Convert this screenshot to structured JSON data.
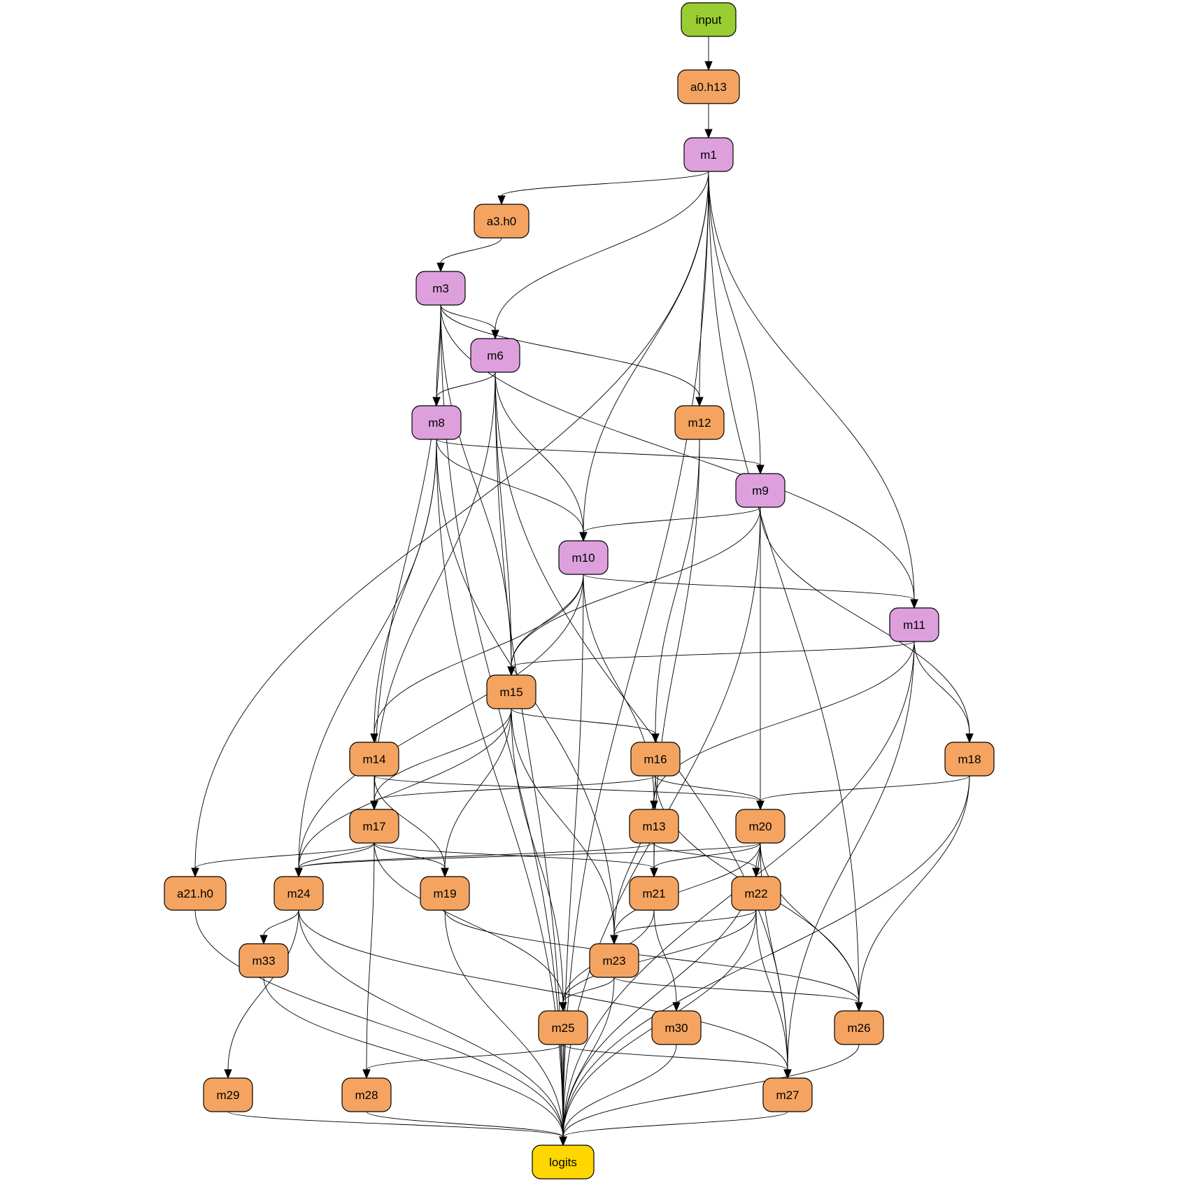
{
  "colors": {
    "input": "#9acd32",
    "attention": "#f4a460",
    "mlp_orange": "#f4a460",
    "mlp_purple": "#dda0dd",
    "logits": "#ffd700",
    "edge": "#000000"
  },
  "nodes": [
    {
      "id": "input",
      "label": "input",
      "kind": "input"
    },
    {
      "id": "a0.h13",
      "label": "a0.h13",
      "kind": "attention"
    },
    {
      "id": "m1",
      "label": "m1",
      "kind": "mlp_purple"
    },
    {
      "id": "a3.h0",
      "label": "a3.h0",
      "kind": "attention"
    },
    {
      "id": "m3",
      "label": "m3",
      "kind": "mlp_purple"
    },
    {
      "id": "m6",
      "label": "m6",
      "kind": "mlp_purple"
    },
    {
      "id": "m8",
      "label": "m8",
      "kind": "mlp_purple"
    },
    {
      "id": "m12",
      "label": "m12",
      "kind": "mlp_orange"
    },
    {
      "id": "m9",
      "label": "m9",
      "kind": "mlp_purple"
    },
    {
      "id": "m10",
      "label": "m10",
      "kind": "mlp_purple"
    },
    {
      "id": "m11",
      "label": "m11",
      "kind": "mlp_purple"
    },
    {
      "id": "m15",
      "label": "m15",
      "kind": "mlp_orange"
    },
    {
      "id": "m14",
      "label": "m14",
      "kind": "mlp_orange"
    },
    {
      "id": "m16",
      "label": "m16",
      "kind": "mlp_orange"
    },
    {
      "id": "m18",
      "label": "m18",
      "kind": "mlp_orange"
    },
    {
      "id": "m17",
      "label": "m17",
      "kind": "mlp_orange"
    },
    {
      "id": "m13",
      "label": "m13",
      "kind": "mlp_orange"
    },
    {
      "id": "m20",
      "label": "m20",
      "kind": "mlp_orange"
    },
    {
      "id": "a21.h0",
      "label": "a21.h0",
      "kind": "attention"
    },
    {
      "id": "m24",
      "label": "m24",
      "kind": "mlp_orange"
    },
    {
      "id": "m19",
      "label": "m19",
      "kind": "mlp_orange"
    },
    {
      "id": "m21",
      "label": "m21",
      "kind": "mlp_orange"
    },
    {
      "id": "m22",
      "label": "m22",
      "kind": "mlp_orange"
    },
    {
      "id": "m33",
      "label": "m33",
      "kind": "mlp_orange"
    },
    {
      "id": "m23",
      "label": "m23",
      "kind": "mlp_orange"
    },
    {
      "id": "m25",
      "label": "m25",
      "kind": "mlp_orange"
    },
    {
      "id": "m30",
      "label": "m30",
      "kind": "mlp_orange"
    },
    {
      "id": "m26",
      "label": "m26",
      "kind": "mlp_orange"
    },
    {
      "id": "m29",
      "label": "m29",
      "kind": "mlp_orange"
    },
    {
      "id": "m28",
      "label": "m28",
      "kind": "mlp_orange"
    },
    {
      "id": "m27",
      "label": "m27",
      "kind": "mlp_orange"
    },
    {
      "id": "logits",
      "label": "logits",
      "kind": "logits"
    }
  ],
  "edges": [
    [
      "input",
      "a0.h13"
    ],
    [
      "a0.h13",
      "m1"
    ],
    [
      "m1",
      "a3.h0"
    ],
    [
      "m1",
      "m6"
    ],
    [
      "m1",
      "m10"
    ],
    [
      "m1",
      "m12"
    ],
    [
      "m1",
      "m9"
    ],
    [
      "m1",
      "m11"
    ],
    [
      "m1",
      "a21.h0"
    ],
    [
      "m1",
      "m26"
    ],
    [
      "m1",
      "logits"
    ],
    [
      "a3.h0",
      "m3"
    ],
    [
      "m3",
      "m6"
    ],
    [
      "m3",
      "m8"
    ],
    [
      "m3",
      "m12"
    ],
    [
      "m3",
      "m11"
    ],
    [
      "m3",
      "m15"
    ],
    [
      "m3",
      "m17"
    ],
    [
      "m3",
      "logits"
    ],
    [
      "m6",
      "m8"
    ],
    [
      "m6",
      "m15"
    ],
    [
      "m6",
      "m10"
    ],
    [
      "m6",
      "m17"
    ],
    [
      "m6",
      "m27"
    ],
    [
      "m6",
      "logits"
    ],
    [
      "m8",
      "m9"
    ],
    [
      "m8",
      "m10"
    ],
    [
      "m8",
      "m14"
    ],
    [
      "m8",
      "m23"
    ],
    [
      "m8",
      "m24"
    ],
    [
      "m8",
      "logits"
    ],
    [
      "m12",
      "m16"
    ],
    [
      "m12",
      "m21"
    ],
    [
      "m9",
      "m10"
    ],
    [
      "m9",
      "m15"
    ],
    [
      "m9",
      "m20"
    ],
    [
      "m9",
      "m18"
    ],
    [
      "m9",
      "logits"
    ],
    [
      "m10",
      "m11"
    ],
    [
      "m10",
      "m15"
    ],
    [
      "m10",
      "m14"
    ],
    [
      "m10",
      "m13"
    ],
    [
      "m10",
      "m24"
    ],
    [
      "m10",
      "logits"
    ],
    [
      "m11",
      "m15"
    ],
    [
      "m11",
      "m18"
    ],
    [
      "m11",
      "m13"
    ],
    [
      "m11",
      "m27"
    ],
    [
      "m11",
      "logits"
    ],
    [
      "m15",
      "m16"
    ],
    [
      "m15",
      "m17"
    ],
    [
      "m15",
      "m19"
    ],
    [
      "m15",
      "m23"
    ],
    [
      "m15",
      "m25"
    ],
    [
      "m15",
      "m24"
    ],
    [
      "m14",
      "m17"
    ],
    [
      "m14",
      "m19"
    ],
    [
      "m14",
      "m20"
    ],
    [
      "m16",
      "m17"
    ],
    [
      "m16",
      "m20"
    ],
    [
      "m16",
      "m23"
    ],
    [
      "m16",
      "m26"
    ],
    [
      "m18",
      "m20"
    ],
    [
      "m18",
      "m26"
    ],
    [
      "m18",
      "logits"
    ],
    [
      "m17",
      "a21.h0"
    ],
    [
      "m17",
      "m24"
    ],
    [
      "m17",
      "m19"
    ],
    [
      "m17",
      "m21"
    ],
    [
      "m17",
      "m28"
    ],
    [
      "m17",
      "m25"
    ],
    [
      "m13",
      "m24"
    ],
    [
      "m13",
      "m21"
    ],
    [
      "m13",
      "m22"
    ],
    [
      "m20",
      "m24"
    ],
    [
      "m20",
      "m21"
    ],
    [
      "m20",
      "m22"
    ],
    [
      "m20",
      "m23"
    ],
    [
      "m20",
      "m26"
    ],
    [
      "m20",
      "m27"
    ],
    [
      "m20",
      "logits"
    ],
    [
      "a21.h0",
      "logits"
    ],
    [
      "m24",
      "m33"
    ],
    [
      "m24",
      "m29"
    ],
    [
      "m24",
      "m27"
    ],
    [
      "m24",
      "logits"
    ],
    [
      "m19",
      "m26"
    ],
    [
      "m19",
      "logits"
    ],
    [
      "m21",
      "m25"
    ],
    [
      "m21",
      "m30"
    ],
    [
      "m22",
      "m23"
    ],
    [
      "m22",
      "m25"
    ],
    [
      "m22",
      "m27"
    ],
    [
      "m22",
      "logits"
    ],
    [
      "m33",
      "logits"
    ],
    [
      "m23",
      "m25"
    ],
    [
      "m23",
      "m26"
    ],
    [
      "m23",
      "logits"
    ],
    [
      "m25",
      "m28"
    ],
    [
      "m25",
      "m27"
    ],
    [
      "m25",
      "logits"
    ],
    [
      "m30",
      "logits"
    ],
    [
      "m26",
      "logits"
    ],
    [
      "m29",
      "logits"
    ],
    [
      "m28",
      "logits"
    ],
    [
      "m27",
      "logits"
    ]
  ]
}
